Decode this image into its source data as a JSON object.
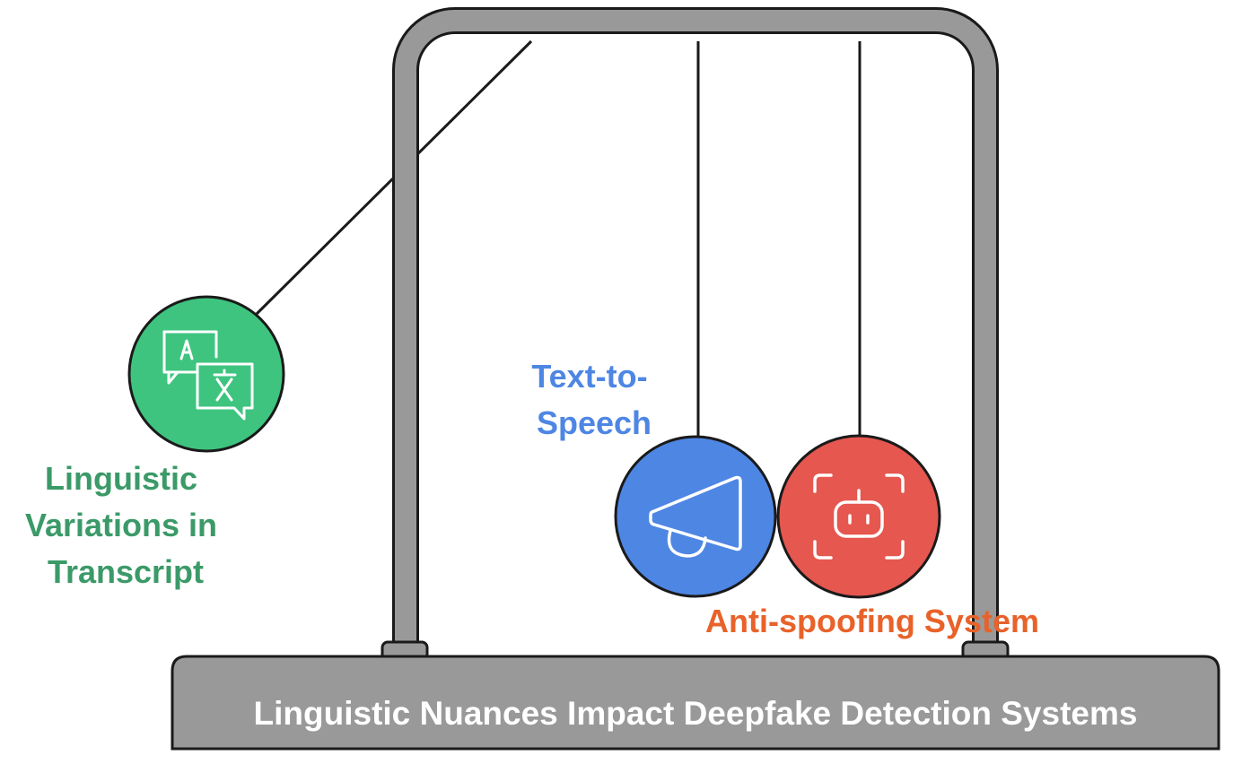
{
  "title": "Linguistic Nuances Impact Deepfake Detection Systems",
  "balls": [
    {
      "id": "linguistic",
      "label_lines": [
        "Linguistic",
        "Variations in",
        "Transcript"
      ],
      "icon": "translate-icon",
      "fill_color": "#3ec47f",
      "label_color": "#3b9a68"
    },
    {
      "id": "tts",
      "label_lines": [
        "Text-to-",
        "Speech"
      ],
      "icon": "megaphone-icon",
      "fill_color": "#4e86e4",
      "label_color": "#4e86e4"
    },
    {
      "id": "antispoof",
      "label_lines": [
        "Anti-spoofing System"
      ],
      "icon": "robot-scan-icon",
      "fill_color": "#e5574f",
      "label_color": "#e8622a"
    }
  ],
  "colors": {
    "frame": "#999999",
    "outline": "#1a1a1a",
    "title_text": "#ffffff"
  }
}
